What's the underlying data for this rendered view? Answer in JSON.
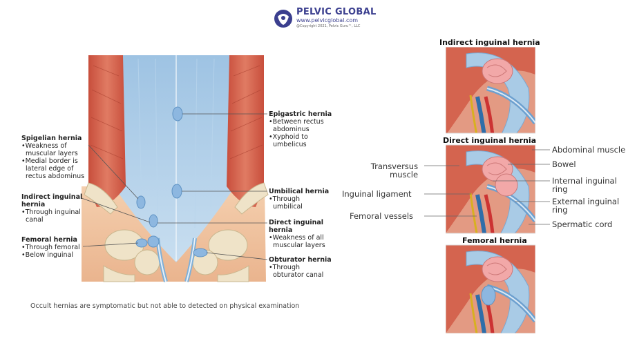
{
  "logo": {
    "name": "PELVIC GLOBAL",
    "url": "www.pelvicglobal.com",
    "copyright": "@Copyright 2021, Pelvic Guru™, LLC"
  },
  "left_labels": {
    "epigastric": {
      "title": "Epigastric hernia",
      "lines": [
        "•Between rectus",
        "abdominus",
        "•Xyphoid to",
        "umbelicus"
      ]
    },
    "spigelian": {
      "title": "Spigelian hernia",
      "lines": [
        "•Weakness of",
        "muscular layers",
        "•Medial border is",
        "lateral edge of",
        "rectus abdominus"
      ]
    },
    "umbilical": {
      "title": "Umbilical hernia",
      "lines": [
        "•Through",
        "umbilical"
      ]
    },
    "indirect": {
      "title": "Indirect inguinal",
      "title2": "hernia",
      "lines": [
        "•Through inguinal",
        "canal"
      ]
    },
    "direct": {
      "title": "Direct inguinal",
      "title2": "hernia",
      "lines": [
        "•Weakness of all",
        "muscular layers"
      ]
    },
    "femoral": {
      "title": "Femoral hernia",
      "lines": [
        "•Through femoral",
        "•Below inguinal"
      ]
    },
    "obturator": {
      "title": "Obturator hernia",
      "lines": [
        "•Through",
        "obturator canal"
      ]
    }
  },
  "caption": "Occult hernias are symptomatic but not able to detected on physical examination",
  "right_panel": {
    "titles": [
      "Indirect inguinal hernia",
      "Direct inguinal hernia",
      "Femoral hernia"
    ],
    "labels_left": [
      "Transversus",
      "muscle",
      "Inguinal ligament",
      "Femoral vessels"
    ],
    "labels_right": [
      "Abdominal muscle",
      "Bowel",
      "Internal inguinal",
      "ring",
      "External inguinal",
      "ring",
      "Spermatic cord"
    ]
  },
  "colors": {
    "muscle": "#d9634f",
    "fascia": "#a9cbe6",
    "skin": "#f2c8a6",
    "bone": "#efe3c8",
    "hernia": "#8db7e0",
    "logo": "#3b3f8f"
  }
}
